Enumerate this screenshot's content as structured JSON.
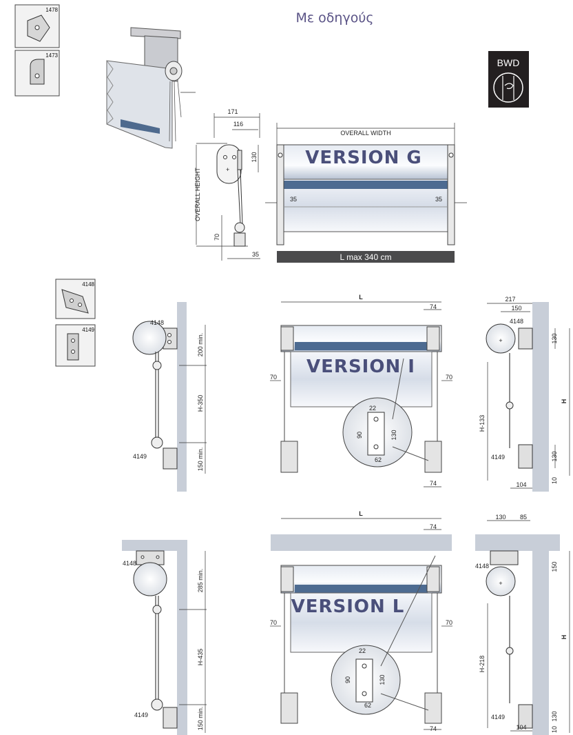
{
  "header": {
    "title": "Με οδηγούς"
  },
  "wind_badge": {
    "label": "BWD"
  },
  "accessories": [
    {
      "code": "1478"
    },
    {
      "code": "1473"
    },
    {
      "code": "4148"
    },
    {
      "code": "4149"
    }
  ],
  "version_g": {
    "label": "VERSION G",
    "overall_width": "OVERALL WIDTH",
    "overall_height": "OVERALL HEIGHT",
    "dim_171": "171",
    "dim_116": "116",
    "dim_130": "130",
    "dim_70": "70",
    "dim_35_side": "35",
    "dim_35_left": "35",
    "dim_35_right": "35",
    "lmax": "L max 340 cm"
  },
  "version_i": {
    "label": "VERSION I",
    "L": "L",
    "dim_74_top": "74",
    "dim_74_bot": "74",
    "dim_70_left": "70",
    "dim_70_right": "70",
    "detail": {
      "d22": "22",
      "d90": "90",
      "d130": "130",
      "d62": "62"
    },
    "left": {
      "b4148": "4148",
      "b4149": "4149",
      "min200": "200 min.",
      "h350": "H-350",
      "min150": "150 min."
    },
    "right": {
      "d217": "217",
      "d150": "150",
      "b4148": "4148",
      "d130a": "130",
      "H": "H",
      "h133": "H-133",
      "b4149": "4149",
      "d130b": "130",
      "d104": "104",
      "d10": "10"
    }
  },
  "version_l": {
    "label": "VERSION L",
    "L": "L",
    "dim_74_top": "74",
    "dim_74_bot": "74",
    "dim_70_left": "70",
    "dim_70_right": "70",
    "detail": {
      "d22": "22",
      "d90": "90",
      "d130": "130",
      "d62": "62"
    },
    "left": {
      "b4148": "4148",
      "b4149": "4149",
      "min285": "285 min.",
      "h435": "H-435",
      "min150": "150 min."
    },
    "right": {
      "d130": "130",
      "d85": "85",
      "b4148": "4148",
      "d150": "150",
      "H": "H",
      "h218": "H-218",
      "b4149": "4149",
      "d130b": "130",
      "d104": "104",
      "d10": "10"
    }
  }
}
